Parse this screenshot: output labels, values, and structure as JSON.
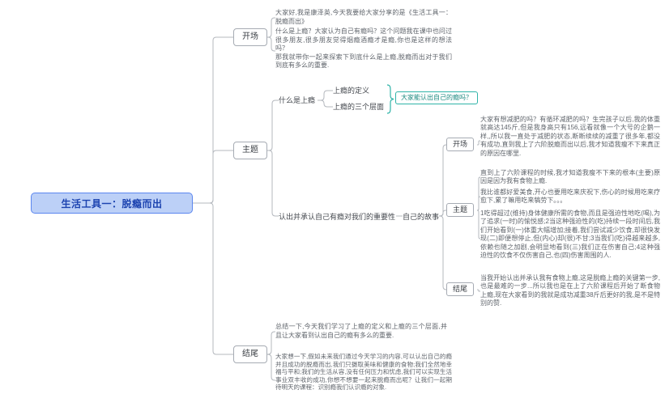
{
  "root": {
    "label": "生活工具一：脱瘾而出"
  },
  "opening": {
    "label": "开场",
    "notes": [
      "大家好,我是康泽英,今天我要给大家分享的是《生活工具一：脱瘾而出》",
      "什么是上瘾？大家认为自己有瘾吗？这个问题我在课中也问过很多朋友,很多朋友觉得烟瘾酒瘾才是瘾,你也是这样的想法吗？\n那我就带你一起来探索下到底什么是上瘾,脱瘾而出对于我们到底有多么的重要."
    ]
  },
  "theme": {
    "label": "主题",
    "what_is": {
      "label": "什么是上瘾",
      "children": [
        "上瘾的定义",
        "上瘾的三个层面"
      ],
      "summary": "大家能认出自己的瘾吗？"
    },
    "recognize": {
      "label": "认出并承认自己有瘾对我们的重要性",
      "story": {
        "label": "自己的故事",
        "sections": [
          {
            "label": "开场",
            "text": "大家有想减肥的吗？有循环减肥的吗？生完孩子以后,我的体重就高达145斤,但是我身高只有156,远看就像一个大号的企鹅一样,,所以我一直处于减肥的状态,断断续续的减重了很多年,都没有成功,直到我上了六阶脱瘾而出以后,我才知道我瘦不下来真正的原因在哪里."
          },
          {
            "label": "主题",
            "texts": [
              "直到上了六阶课程的时候,我才知道我瘦不下来的根本(主要)原因是因为我有食物上瘾.",
              "我比谁都好爱美食,开心也要用吃来庆祝下,伤心的时候用吃来疗愈下,累了嘛用吃来犒劳下。。。",
              "1吃得超过(维持)身体健康所需的食物,而且是强迫性地吃(喝),为了追求(一时)的愉悦感;2当这种强迫性的(吃)持续一段时间后,我们开始看到(一)体重大幅增加;接着,我们尝试减少饮食,却很快发现(二)即便想停止,但(内心)却(很)不甘;3当我们(吃)得越来越多,依赖也随之加剧,会明显地看到(三)我们正在伤害自己;4这种强迫性的饮食不仅伤害自己,也(四)伤害周围的人."
            ]
          },
          {
            "label": "结尾",
            "text": "当我开始认出并承认我有食物上瘾,这是脱瘾上瘾的关键第一步,也是最难的一步...所以我也是在上了六阶课程后开始了断食物上瘾,现在大家看到的我就是成功减重38斤后更好的我,是不是特别的赞."
          }
        ]
      }
    }
  },
  "ending": {
    "label": "结尾",
    "notes": [
      "总结一下,今天我们学习了上瘾的定义和上瘾的三个层面,并且让大家看到认出自己的瘾有多么的重要.",
      "大家想一下,假如未来我们通过今天学习的内容,可以认出自己的瘾并且成功的脱瘾而出,我们只摄取美味和健康的食物;我们全然地幸福与平和;我们的生活从容,没有任何压力和忧虑,我们可以实现生活事业双丰收的成功,你想不想要一起来脱瘾而出呢？让我们一起期待明天的课程：识别瘾我们认识瘾的对象."
    ]
  },
  "colors": {
    "root_fill": "#bcd0f7",
    "root_border": "#5b86ef",
    "root_text": "#1c43b0",
    "summary_accent": "#2fb3a8",
    "connector": "#b4b8be"
  }
}
